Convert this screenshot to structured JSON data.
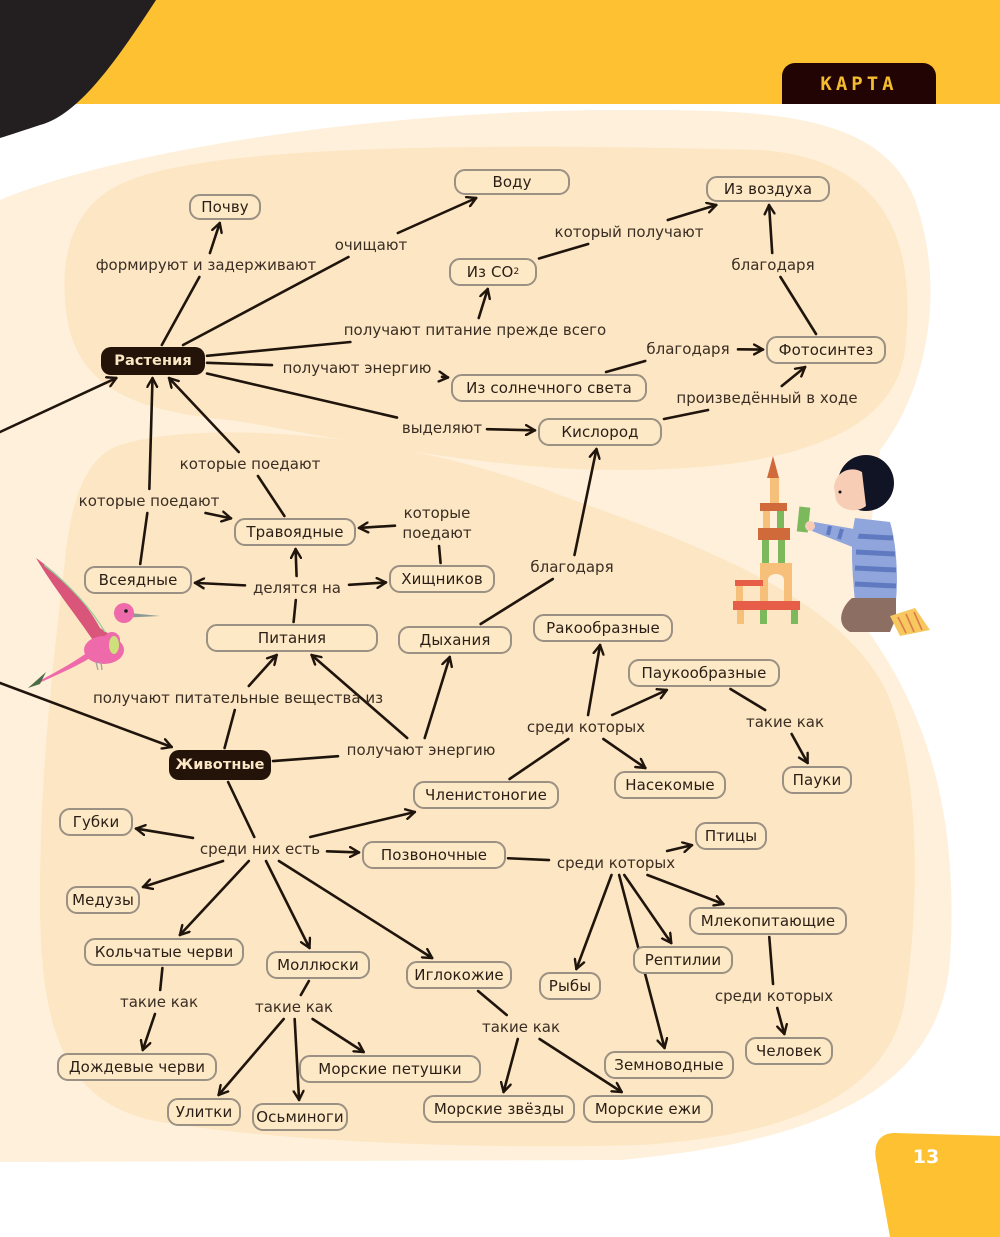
{
  "header": {
    "section_tab": "КАРТА",
    "accent_color": "#fdc132",
    "dark_color": "#231f20"
  },
  "page_number": "13",
  "concept_map": {
    "roots": {
      "plants": "Растения",
      "animals": "Животные"
    },
    "nodes": {
      "soil": "Почву",
      "water": "Воду",
      "from_air": "Из воздуха",
      "from_co2": "Из CO",
      "from_co2_sub": "2",
      "from_sunlight": "Из солнечного света",
      "photosynthesis": "Фотосинтез",
      "oxygen": "Кислород",
      "herbivores": "Травоядные",
      "omnivores": "Всеядные",
      "predators": "Хищников",
      "nutrition": "Питания",
      "respiration": "Дыхания",
      "crustaceans": "Ракообразные",
      "arachnids": "Паукообразные",
      "spiders": "Пауки",
      "insects": "Насекомые",
      "arthropods": "Членистоногие",
      "sponges": "Губки",
      "vertebrates": "Позвоночные",
      "birds": "Птицы",
      "jellyfish": "Медузы",
      "mammals": "Млекопитающие",
      "annelids": "Кольчатые черви",
      "molluscs": "Моллюски",
      "echinoderms": "Иглокожие",
      "reptiles": "Рептилии",
      "fish": "Рыбы",
      "earthworms": "Дождевые черви",
      "sea_hares": "Морские петушки",
      "amphibians": "Земноводные",
      "human": "Человек",
      "snails": "Улитки",
      "octopuses": "Осьминоги",
      "starfish": "Морские звёзды",
      "sea_urchins": "Морские ежи"
    },
    "links": {
      "form_and_hold": "формируют и задерживают",
      "purify": "очищают",
      "which_received": "который получают",
      "thanks_to_1": "благодаря",
      "feed_primarily": "получают питание прежде всего",
      "thanks_to_2": "благодаря",
      "plants_get_energy": "получают энергию",
      "produced_during": "произведённый в ходе",
      "release": "выделяют",
      "which_eat_1": "которые поедают",
      "which_eat_2": "которые поедают",
      "which_eat_3": "которые поедают",
      "divided_into": "делятся на",
      "thanks_to_3": "благодаря",
      "get_nutrients_from": "получают питательные вещества из",
      "animals_get_energy": "получают энергию",
      "among_which_arthropods": "среди которых",
      "such_as_arachnids": "такие как",
      "among_them": "среди них есть",
      "among_which_vertebrates": "среди которых",
      "among_which_mammals": "среди которых",
      "such_as_annelids": "такие как",
      "such_as_molluscs": "такие как",
      "such_as_echinoderms": "такие как"
    },
    "edges": [
      [
        "plants",
        "form_and_hold",
        false
      ],
      [
        "form_and_hold",
        "soil",
        true
      ],
      [
        "plants",
        "purify",
        false
      ],
      [
        "purify",
        "water",
        true
      ],
      [
        "plants",
        "feed_primarily",
        false
      ],
      [
        "feed_primarily",
        "from_co2",
        true
      ],
      [
        "from_co2",
        "which_received",
        false
      ],
      [
        "which_received",
        "from_air",
        true
      ],
      [
        "plants",
        "plants_get_energy",
        false
      ],
      [
        "plants_get_energy",
        "from_sunlight",
        true
      ],
      [
        "from_sunlight",
        "thanks_to_2",
        false
      ],
      [
        "thanks_to_2",
        "photosynthesis",
        true
      ],
      [
        "photosynthesis",
        "thanks_to_1",
        false
      ],
      [
        "thanks_to_1",
        "from_air",
        true
      ],
      [
        "plants",
        "release",
        false
      ],
      [
        "release",
        "oxygen",
        true
      ],
      [
        "oxygen",
        "produced_during",
        false
      ],
      [
        "produced_during",
        "photosynthesis",
        true
      ],
      [
        "omnivores",
        "which_eat_1",
        false
      ],
      [
        "which_eat_1",
        "plants",
        true
      ],
      [
        "which_eat_1",
        "herbivores",
        true
      ],
      [
        "herbivores",
        "which_eat_2",
        false
      ],
      [
        "which_eat_2",
        "plants",
        true
      ],
      [
        "predators",
        "which_eat_3",
        false
      ],
      [
        "which_eat_3",
        "herbivores",
        true
      ],
      [
        "nutrition",
        "divided_into",
        false
      ],
      [
        "divided_into",
        "herbivores",
        true
      ],
      [
        "divided_into",
        "omnivores",
        true
      ],
      [
        "divided_into",
        "predators",
        true
      ],
      [
        "respiration",
        "thanks_to_3",
        false
      ],
      [
        "thanks_to_3",
        "oxygen",
        true
      ],
      [
        "animals",
        "get_nutrients_from",
        false
      ],
      [
        "get_nutrients_from",
        "nutrition",
        true
      ],
      [
        "animals",
        "animals_get_energy",
        false
      ],
      [
        "animals_get_energy",
        "nutrition",
        true
      ],
      [
        "animals_get_energy",
        "respiration",
        true
      ],
      [
        "arthropods",
        "among_which_arthropods",
        false
      ],
      [
        "among_which_arthropods",
        "crustaceans",
        true
      ],
      [
        "among_which_arthropods",
        "arachnids",
        true
      ],
      [
        "among_which_arthropods",
        "insects",
        true
      ],
      [
        "arachnids",
        "such_as_arachnids",
        false
      ],
      [
        "such_as_arachnids",
        "spiders",
        true
      ],
      [
        "animals",
        "among_them",
        false
      ],
      [
        "among_them",
        "sponges",
        true
      ],
      [
        "among_them",
        "arthropods",
        true
      ],
      [
        "among_them",
        "vertebrates",
        true
      ],
      [
        "among_them",
        "jellyfish",
        true
      ],
      [
        "among_them",
        "annelids",
        true
      ],
      [
        "among_them",
        "molluscs",
        true
      ],
      [
        "among_them",
        "echinoderms",
        true
      ],
      [
        "vertebrates",
        "among_which_vertebrates",
        false
      ],
      [
        "among_which_vertebrates",
        "birds",
        true
      ],
      [
        "among_which_vertebrates",
        "mammals",
        true
      ],
      [
        "among_which_vertebrates",
        "reptiles",
        true
      ],
      [
        "among_which_vertebrates",
        "fish",
        true
      ],
      [
        "among_which_vertebrates",
        "amphibians",
        true
      ],
      [
        "mammals",
        "among_which_mammals",
        false
      ],
      [
        "among_which_mammals",
        "human",
        true
      ],
      [
        "annelids",
        "such_as_annelids",
        false
      ],
      [
        "such_as_annelids",
        "earthworms",
        true
      ],
      [
        "molluscs",
        "such_as_molluscs",
        false
      ],
      [
        "such_as_molluscs",
        "snails",
        true
      ],
      [
        "such_as_molluscs",
        "octopuses",
        true
      ],
      [
        "such_as_molluscs",
        "sea_hares",
        true
      ],
      [
        "echinoderms",
        "such_as_echinoderms",
        false
      ],
      [
        "such_as_echinoderms",
        "starfish",
        true
      ],
      [
        "such_as_echinoderms",
        "sea_urchins",
        true
      ],
      [
        "offpage_left_top",
        "plants",
        true
      ],
      [
        "offpage_left_bottom",
        "animals",
        true
      ]
    ]
  },
  "illustrations": {
    "hummingbird": "hummingbird",
    "child_with_blocks": "child building block tower"
  }
}
